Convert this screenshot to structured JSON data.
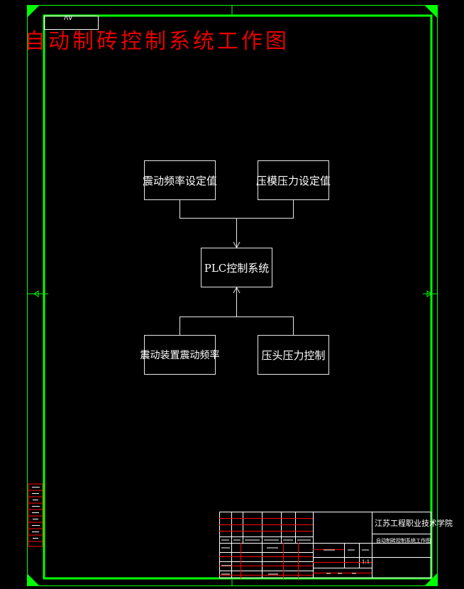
{
  "title": "自动制砖控制系统工作图",
  "corner_label": "ΛV",
  "boxes": {
    "vib_freq_set": "震动频率设定值",
    "press_set": "压模压力设定值",
    "plc": "PLC控制系统",
    "vib_device": "震动装置震动频率",
    "head_press": "压头压力控制"
  },
  "title_block": {
    "school": "江苏工程职业技术学院",
    "drawing_name": "自动制砖控制系统工作图",
    "scale": "1:1"
  },
  "colors": {
    "frame": "#00ff00",
    "title": "#e60000",
    "box": "#e8e8e8",
    "tb_red": "#ff0000"
  }
}
